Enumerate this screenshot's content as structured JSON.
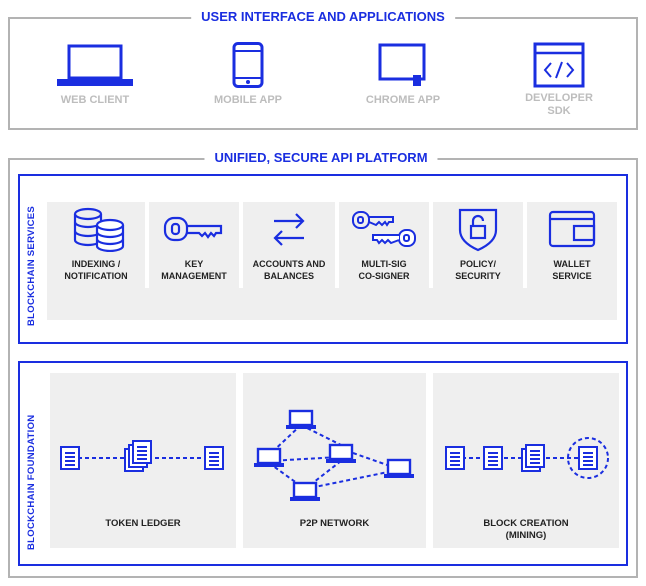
{
  "colors": {
    "accent": "#1a2ee0",
    "frame": "#b3b3b3",
    "panel": "#efefef",
    "muted_label": "#bdbdbd"
  },
  "ui_section": {
    "title": "USER INTERFACE AND APPLICATIONS",
    "items": [
      {
        "label": "WEB CLIENT",
        "icon": "laptop-icon"
      },
      {
        "label": "MOBILE APP",
        "icon": "mobile-phone-icon"
      },
      {
        "label": "CHROME APP",
        "icon": "chrome-app-icon"
      },
      {
        "label": "DEVELOPER SDK",
        "label_line1": "DEVELOPER",
        "label_line2": "SDK",
        "icon": "code-window-icon"
      }
    ]
  },
  "api_section": {
    "title": "UNIFIED, SECURE API PLATFORM",
    "services": {
      "label": "BLOCKCHAIN SERVICES",
      "items": [
        {
          "line1": "INDEXING /",
          "line2": "NOTIFICATION",
          "icon": "database-icon"
        },
        {
          "line1": "KEY",
          "line2": "MANAGEMENT",
          "icon": "key-icon"
        },
        {
          "line1": "ACCOUNTS AND",
          "line2": "BALANCES",
          "icon": "transfer-arrows-icon"
        },
        {
          "line1": "MULTI-SIG",
          "line2": "CO-SIGNER",
          "icon": "multiple-keys-icon"
        },
        {
          "line1": "POLICY/",
          "line2": "SECURITY",
          "icon": "shield-lock-icon"
        },
        {
          "line1": "WALLET",
          "line2": "SERVICE",
          "icon": "wallet-icon"
        }
      ]
    },
    "foundation": {
      "label": "BLOCKCHAIN FOUNDATION",
      "items": [
        {
          "line1": "TOKEN LEDGER",
          "line2": "",
          "icon": "ledger-documents-icon"
        },
        {
          "line1": "P2P NETWORK",
          "line2": "",
          "icon": "network-laptops-icon"
        },
        {
          "line1": "BLOCK CREATION",
          "line2": "(MINING)",
          "icon": "block-chain-icon"
        }
      ]
    }
  }
}
